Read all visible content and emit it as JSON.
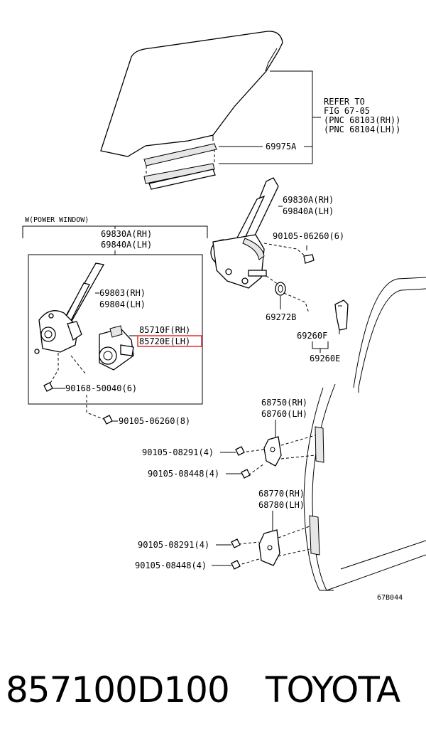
{
  "labels": {
    "refer_to": "REFER TO",
    "fig": "FIG 67-05",
    "pnc_rh": "(PNC 68103(RH))",
    "pnc_lh": "(PNC 68104(LH))",
    "p69975A": "69975A",
    "p69830A_rh_top": "69830A(RH)",
    "p69840A_lh_top": "69840A(LH)",
    "bolt_06260_6": "90105-06260(6)",
    "p69272B": "69272B",
    "p69260F": "69260F",
    "p69260E": "69260E",
    "power_window": "W(POWER WINDOW)",
    "p69830A_rh_box": "69830A(RH)",
    "p69840A_lh_box": "69840A(LH)",
    "p69803_rh": "69803(RH)",
    "p69804_lh": "69804(LH)",
    "p85710F_rh": "85710F(RH)",
    "p85720E_lh": "85720E(LH)",
    "screw_50040_6": "90168-50040(6)",
    "bolt_06260_8": "90105-06260(8)",
    "p68750_rh": "68750(RH)",
    "p68760_lh": "68760(LH)",
    "bolt_08291_4a": "90105-08291(4)",
    "bolt_08448_4a": "90105-08448(4)",
    "p68770_rh": "68770(RH)",
    "p68780_lh": "68780(LH)",
    "bolt_08291_4b": "90105-08291(4)",
    "bolt_08448_4b": "90105-08448(4)",
    "fig_code": "67B044"
  },
  "colors": {
    "highlight": "#e03030",
    "line": "#000000"
  },
  "footer": {
    "part_number": "857100D100",
    "brand": "TOYOTA"
  }
}
